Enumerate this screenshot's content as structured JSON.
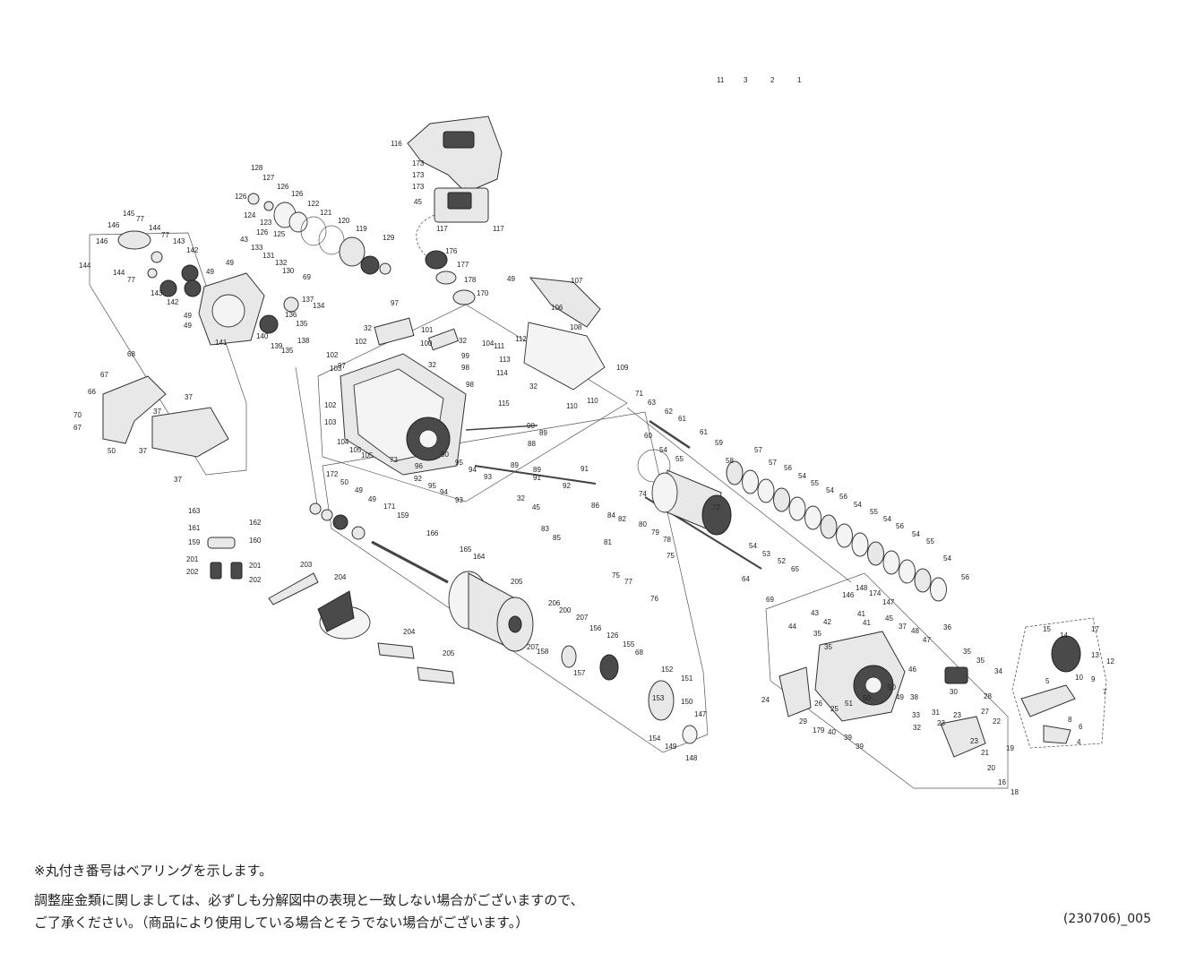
{
  "notes": {
    "bearing_note": "※丸付き番号はベアリングを示します。",
    "adjust_note_line1": "調整座金類に関しましては、必ずしも分解図中の表現と一致しない場合がございますので、",
    "adjust_note_line2": "ご了承ください。（商品により使用している場合とそうでない場合がございます。）"
  },
  "doc_code": "(230706)_005",
  "labels": [
    "116",
    "173",
    "173",
    "173",
    "45",
    "117",
    "117",
    "176",
    "177",
    "178",
    "170",
    "128",
    "127",
    "126",
    "126",
    "124",
    "123",
    "122",
    "121",
    "120",
    "119",
    "129",
    "126",
    "126",
    "125",
    "145",
    "146",
    "146",
    "77",
    "144",
    "77",
    "143",
    "142",
    "144",
    "144",
    "77",
    "143",
    "142",
    "49",
    "49",
    "43",
    "133",
    "131",
    "132",
    "130",
    "69",
    "137",
    "134",
    "136",
    "135",
    "138",
    "139",
    "135",
    "140",
    "141",
    "49",
    "49",
    "49",
    "107",
    "106",
    "108",
    "109",
    "32",
    "110",
    "110",
    "97",
    "32",
    "101",
    "32",
    "100",
    "32",
    "99",
    "98",
    "98",
    "97",
    "102",
    "103",
    "102",
    "102",
    "103",
    "104",
    "105",
    "105",
    "104",
    "112",
    "111",
    "113",
    "114",
    "115",
    "90",
    "89",
    "88",
    "89",
    "89",
    "91",
    "91",
    "73",
    "96",
    "90",
    "95",
    "94",
    "93",
    "92",
    "95",
    "94",
    "93",
    "92",
    "32",
    "45",
    "86",
    "83",
    "85",
    "84",
    "81",
    "82",
    "80",
    "79",
    "78",
    "75",
    "75",
    "77",
    "76",
    "74",
    "72",
    "71",
    "63",
    "62",
    "61",
    "60",
    "61",
    "59",
    "57",
    "58",
    "57",
    "56",
    "54",
    "55",
    "54",
    "56",
    "54",
    "55",
    "54",
    "56",
    "54",
    "55",
    "54",
    "56",
    "54",
    "55",
    "54",
    "53",
    "52",
    "65",
    "64",
    "69",
    "68",
    "67",
    "66",
    "70",
    "67",
    "50",
    "37",
    "37",
    "37",
    "37",
    "172",
    "50",
    "49",
    "49",
    "171",
    "159",
    "166",
    "165",
    "164",
    "163",
    "162",
    "161",
    "160",
    "159",
    "201",
    "201",
    "202",
    "202",
    "203",
    "204",
    "204",
    "205",
    "205",
    "206",
    "200",
    "207",
    "207",
    "158",
    "156",
    "126",
    "155",
    "157",
    "68",
    "153",
    "152",
    "151",
    "154",
    "150",
    "147",
    "149",
    "148",
    "146",
    "148",
    "174",
    "147",
    "43",
    "42",
    "41",
    "41",
    "45",
    "44",
    "35",
    "35",
    "37",
    "48",
    "47",
    "46",
    "36",
    "35",
    "35",
    "34",
    "30",
    "28",
    "27",
    "24",
    "29",
    "179",
    "26",
    "25",
    "51",
    "50",
    "50",
    "49",
    "40",
    "39",
    "39",
    "38",
    "33",
    "32",
    "31",
    "23",
    "23",
    "22",
    "23",
    "21",
    "20",
    "19",
    "16",
    "18",
    "17",
    "15",
    "14",
    "13",
    "12",
    "10",
    "9",
    "7",
    "5",
    "8",
    "6",
    "4",
    "11",
    "3",
    "2",
    "1"
  ]
}
